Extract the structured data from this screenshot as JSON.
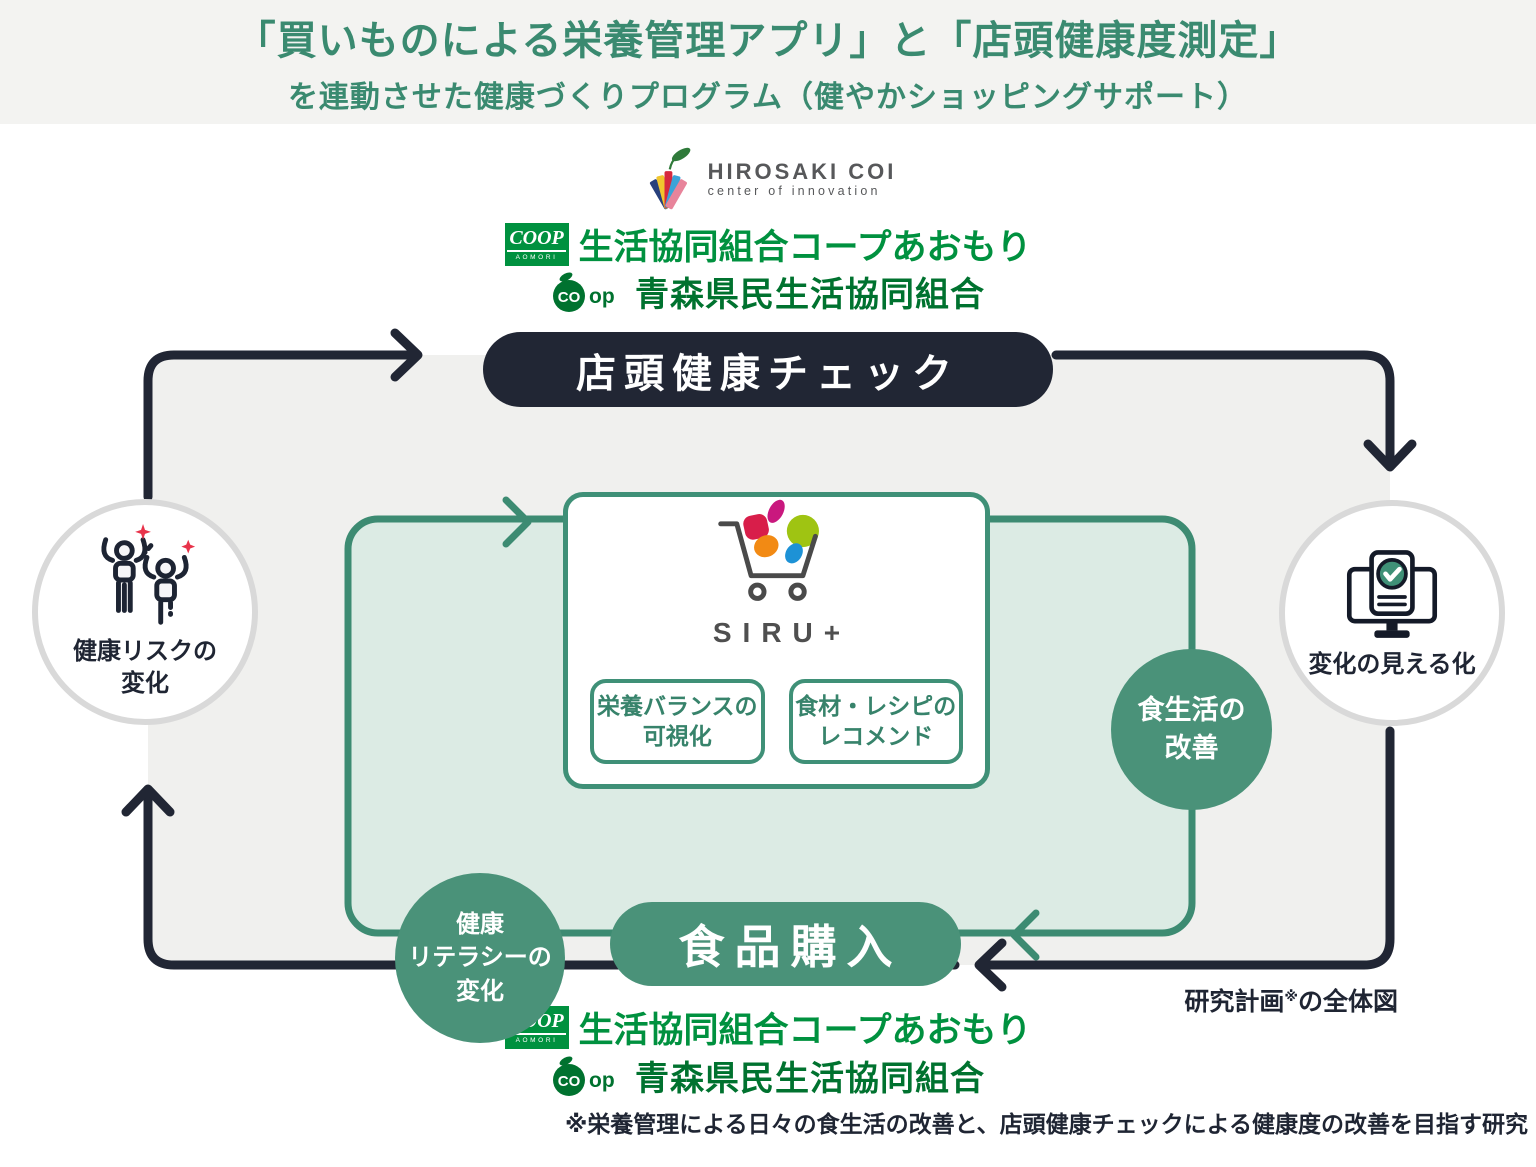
{
  "colors": {
    "accent_teal": "#4a9279",
    "accent_teal_dark": "#3d8b72",
    "dark_navy": "#212634",
    "title_green": "#3a8a70",
    "coop_green": "#00913f",
    "coop_dark_green": "#00722f",
    "mint_bg": "#dcebe4",
    "panel_gray": "#f0f0ee",
    "sparkle_red": "#e8334a"
  },
  "title": {
    "line1": "「買いものによる栄養管理アプリ」と「店頭健康度測定」",
    "line2": "を連動させた健康づくりプログラム（健やかショッピングサポート）"
  },
  "logos": {
    "hirosaki": {
      "name": "HIROSAKI COI",
      "subtitle": "center of innovation"
    },
    "coop_aomori": {
      "badge_word": "COOP",
      "badge_sub": "AOMORI",
      "label": "生活協同組合コープあおもり"
    },
    "coop_kenmin": {
      "glyph_co": "CO",
      "glyph_op": "op",
      "label": "青森県民生活協同組合"
    }
  },
  "diagram": {
    "top_pill": "店頭健康チェック",
    "left_circle": {
      "line1": "健康リスクの",
      "line2": "変化"
    },
    "right_circle": {
      "label": "変化の見える化"
    },
    "app_card": {
      "brand": "SIRU+",
      "feature1": {
        "line1": "栄養バランスの",
        "line2": "可視化"
      },
      "feature2": {
        "line1": "食材・レシピの",
        "line2": "レコメンド"
      }
    },
    "diet_circle": {
      "line1": "食生活の",
      "line2": "改善"
    },
    "literacy_circle": {
      "line1": "健康",
      "line2": "リテラシーの",
      "line3": "変化"
    },
    "purchase_pill": "食品購入",
    "caption": {
      "prefix": "研究計画",
      "marker": "※",
      "suffix": "の全体図"
    }
  },
  "footnote": "※栄養管理による日々の食生活の改善と、店頭健康チェックによる健康度の改善を目指す研究"
}
